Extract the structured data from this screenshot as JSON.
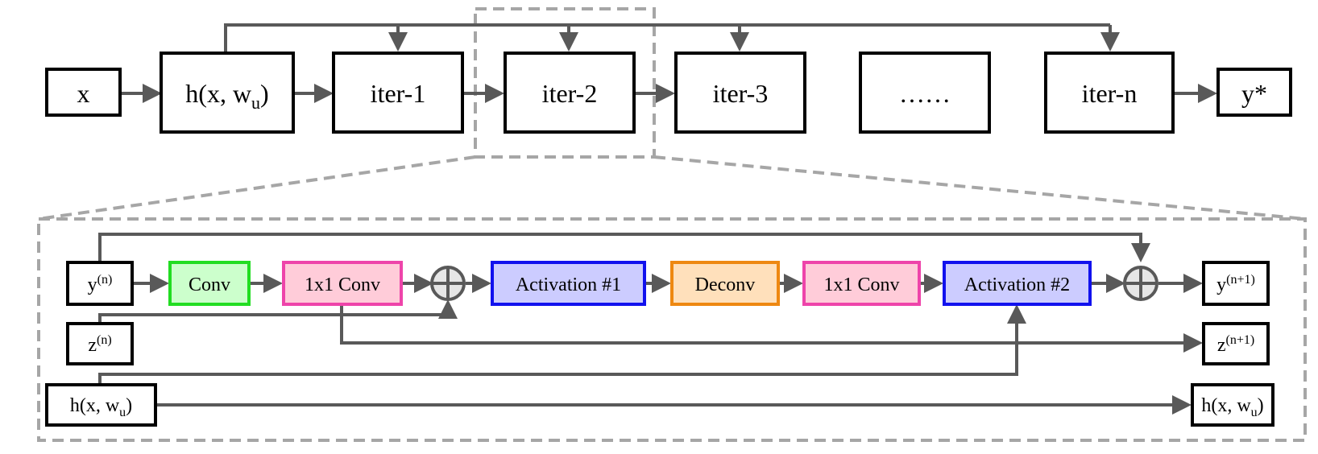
{
  "top": {
    "input": "x",
    "h_label": {
      "base": "h(x, w",
      "sub": "u",
      "close": ")"
    },
    "iter1": "iter-1",
    "iter2": "iter-2",
    "iter3": "iter-3",
    "ellipsis": "……",
    "itern": "iter-n",
    "output": "y*"
  },
  "detail": {
    "y_in": {
      "base": "y",
      "sup": "(n)"
    },
    "z_in": {
      "base": "z",
      "sup": "(n)"
    },
    "h_in": {
      "base": "h(x, w",
      "sub": "u",
      "close": ")"
    },
    "conv": "Conv",
    "conv1x1_a": "1x1 Conv",
    "act1": "Activation #1",
    "deconv": "Deconv",
    "conv1x1_b": "1x1 Conv",
    "act2": "Activation #2",
    "y_out": {
      "base": "y",
      "sup": "(n+1)"
    },
    "z_out": {
      "base": "z",
      "sup": "(n+1)"
    },
    "h_out": {
      "base": "h(x, w",
      "sub": "u",
      "close": ")"
    }
  },
  "colors": {
    "conv_fill": "#ccffcc",
    "conv_stroke": "#22dd22",
    "conv1x1_fill": "#ffccd9",
    "conv1x1_stroke": "#ee44aa",
    "act_fill": "#ccccff",
    "act_stroke": "#1111ee",
    "deconv_fill": "#ffe0bb",
    "deconv_stroke": "#ee8811",
    "sum_fill": "#e6e6e6",
    "line": "#595959",
    "dash": "#a6a6a6"
  }
}
